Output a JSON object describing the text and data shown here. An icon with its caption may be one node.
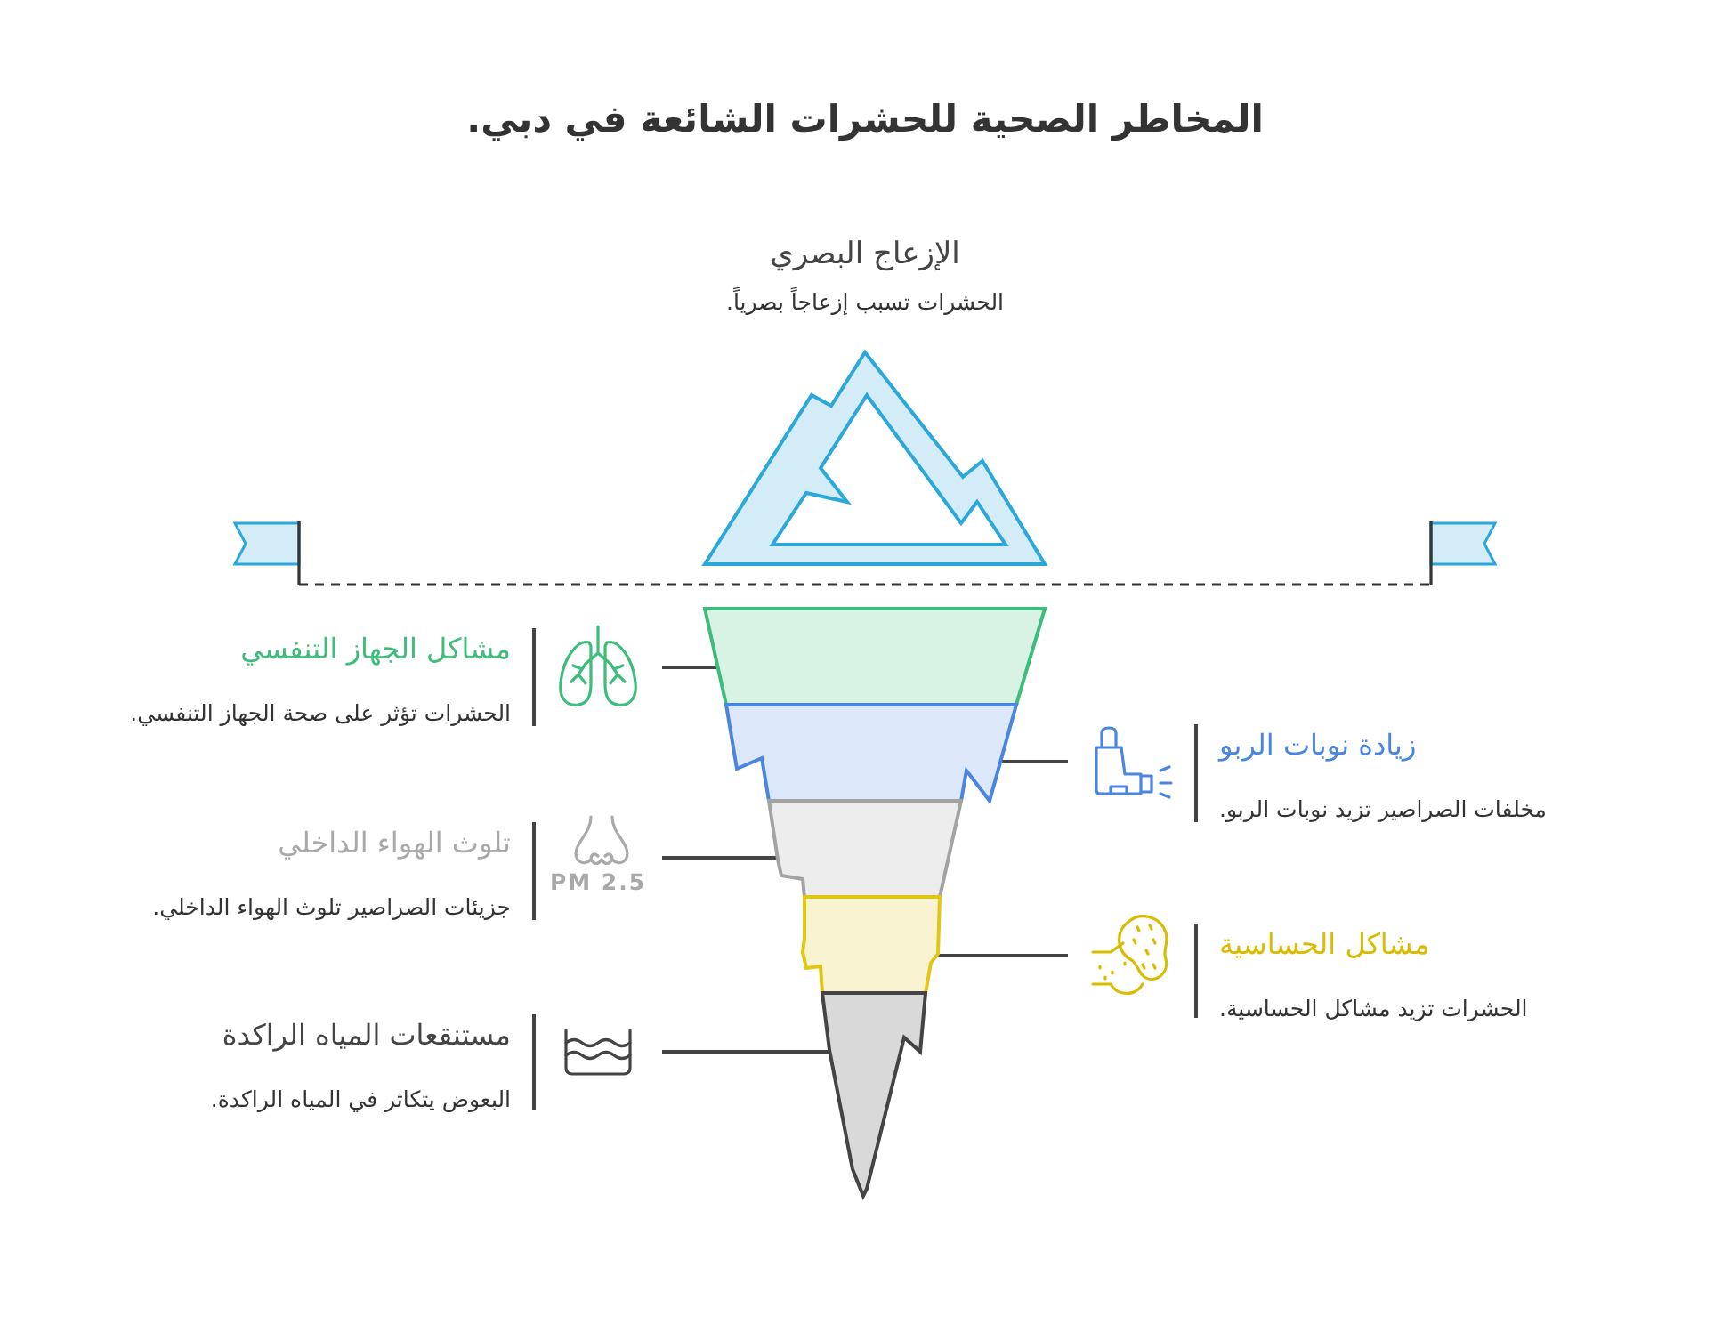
{
  "diagram": {
    "title": "المخاطر الصحية للحشرات الشائعة في دبي.",
    "nodes": [
      {
        "text": [
          "الإزعاج البصري",
          "الحشرات تسبب إزعاجاً بصرياً."
        ]
      },
      {
        "text": [
          "مشاكل الجهاز التنفسي",
          "الحشرات تؤثر على صحة الجهاز التنفسي."
        ]
      },
      {
        "text": [],
        "shape": "band"
      },
      {
        "text": [
          "زيادة نوبات الربو",
          "مخلفات الصراصير تزيد نوبات الربو."
        ]
      },
      {
        "text": [],
        "shape": "band"
      },
      {
        "text": [
          "تلوث الهواء الداخلي",
          "جزيئات الصراصير تلوث الهواء الداخلي."
        ]
      },
      {
        "text": [],
        "shape": "band"
      },
      {
        "text": [
          "مشاكل الحساسية",
          "الحشرات تزيد مشاكل الحساسية."
        ]
      },
      {
        "text": [],
        "shape": "band"
      },
      {
        "text": [
          "مستنقعات المياه الراكدة",
          "البعوض يتكاثر في المياه الراكدة."
        ]
      },
      {
        "text": [],
        "shape": "band"
      }
    ],
    "edges": [
      {
        "from": 1,
        "to": 2,
        "arrow": "none"
      },
      {
        "from": 3,
        "to": 4,
        "arrow": "none"
      },
      {
        "from": 5,
        "to": 6,
        "arrow": "none"
      },
      {
        "from": 7,
        "to": 8,
        "arrow": "none"
      },
      {
        "from": 9,
        "to": 10,
        "arrow": "none"
      }
    ],
    "labels": [
      "PM 2.5"
    ]
  }
}
